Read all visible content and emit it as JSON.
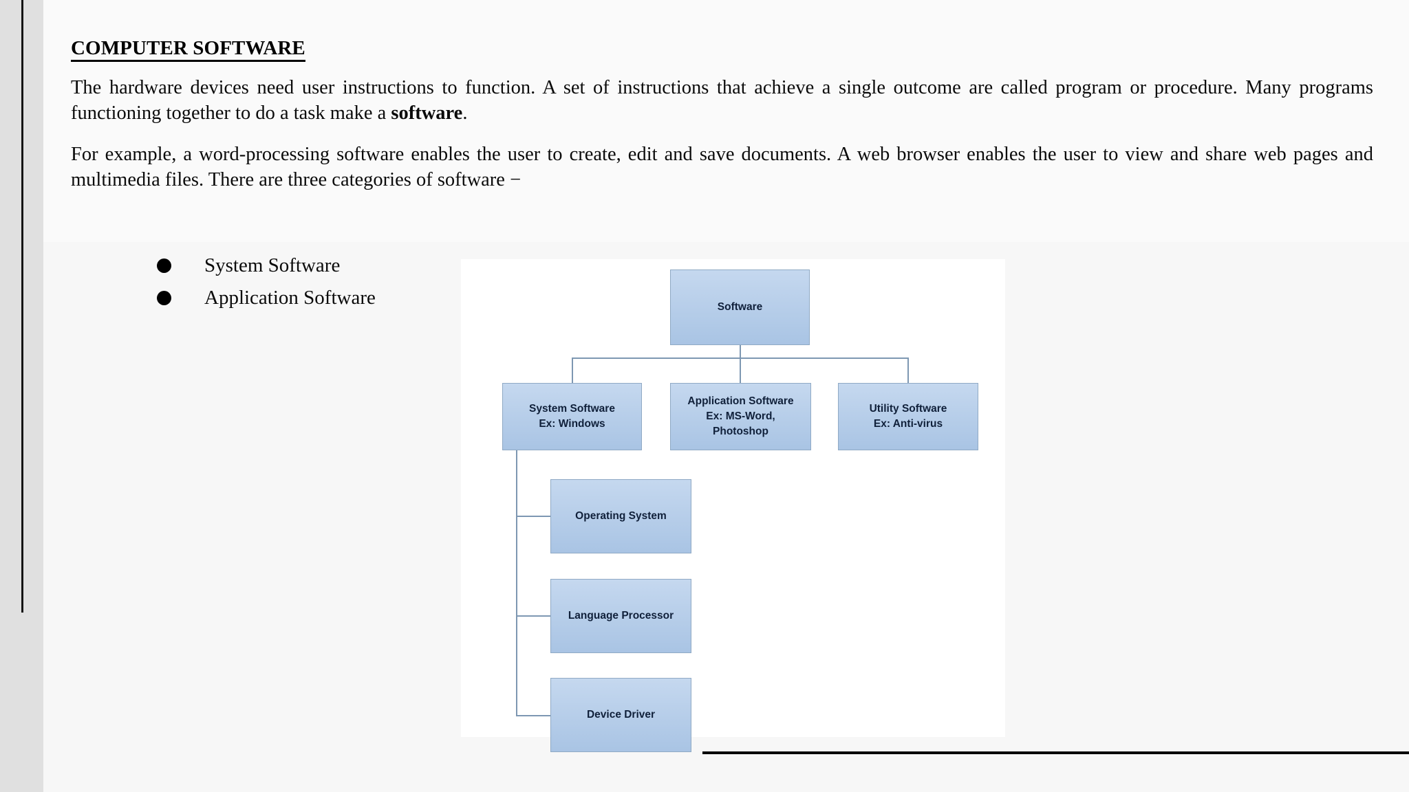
{
  "document": {
    "title": "COMPUTER SOFTWARE ",
    "paragraph_1_part_a": "The hardware devices need user instructions to function. A set of instructions that achieve a single outcome are called program or procedure. Many programs functioning together to do a task make a ",
    "paragraph_1_bold": "software",
    "paragraph_1_part_b": ".",
    "paragraph_2": "For example, a word-processing software enables the user to create, edit and save documents. A web browser enables the user to view and share web pages and multimedia files. There are three categories of software −",
    "bullets": [
      {
        "label": "System Software"
      },
      {
        "label": "Application Software"
      }
    ]
  },
  "diagram": {
    "type": "tree",
    "nodes": {
      "software": {
        "title": "Software"
      },
      "system_software": {
        "title": "System Software",
        "example": "Ex: Windows"
      },
      "application_software": {
        "title": "Application Software",
        "example_line1": "Ex: MS-Word,",
        "example_line2": "Photoshop"
      },
      "utility_software": {
        "title": "Utility Software",
        "example": "Ex: Anti-virus"
      },
      "operating_system": {
        "title": "Operating System"
      },
      "language_processor": {
        "title": "Language Processor"
      },
      "device_driver": {
        "title": "Device Driver"
      }
    },
    "edges": [
      {
        "from": "software",
        "to": "system_software"
      },
      {
        "from": "software",
        "to": "application_software"
      },
      {
        "from": "software",
        "to": "utility_software"
      },
      {
        "from": "system_software",
        "to": "operating_system"
      },
      {
        "from": "system_software",
        "to": "language_processor"
      },
      {
        "from": "system_software",
        "to": "device_driver"
      }
    ],
    "colors": {
      "node_fill_top": "#c5d8ef",
      "node_fill_bottom": "#a9c4e4",
      "node_border": "#8fa9c4",
      "node_text": "#10203a",
      "connector": "#7d97b2",
      "canvas": "#ffffff"
    }
  },
  "page": {
    "background": "#f7f7f7",
    "text_panel_background": "#fafafa",
    "margin_strip_background": "#e0e0e0",
    "rule_color": "#000000"
  }
}
